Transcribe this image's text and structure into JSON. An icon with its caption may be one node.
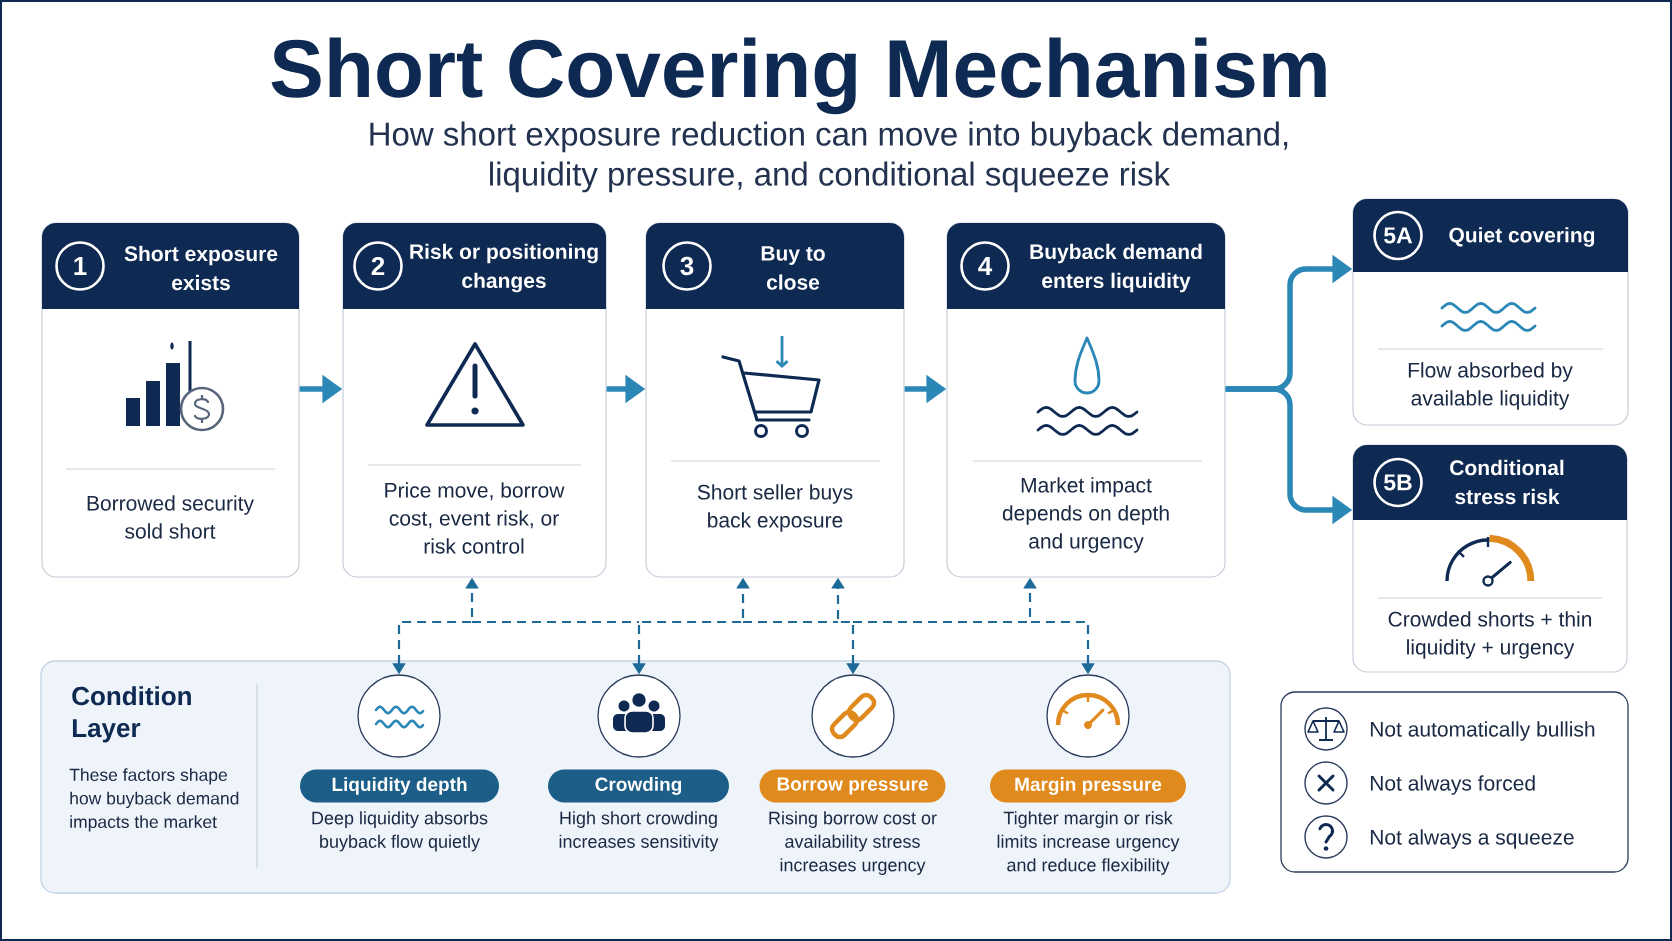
{
  "diagram": {
    "title": "Short Covering Mechanism",
    "nodes": [
      {
        "text": [
          "Short exposure exists",
          "Borrowed security sold short"
        ]
      },
      {
        "text": [
          "1"
        ],
        "in": 0
      },
      {
        "text": [
          "Risk or positioning changes",
          "Price move, borrow cost, event risk, or risk control"
        ]
      },
      {
        "text": [
          "2"
        ],
        "in": 2
      },
      {
        "text": [
          "Buy to close",
          "Short seller buys back exposure"
        ]
      },
      {
        "text": [
          "3"
        ],
        "in": 4
      },
      {
        "text": [
          "Buyback demand enters liquidity",
          "Market impact depends on depth and urgency"
        ]
      },
      {
        "text": [
          "4"
        ],
        "in": 6
      },
      {
        "text": [
          "Quiet covering",
          "Flow absorbed by available liquidity"
        ]
      },
      {
        "text": [
          "5A"
        ],
        "in": 8
      },
      {
        "text": [
          "Conditional stress risk",
          "Crowded shorts + thin liquidity + urgency"
        ]
      },
      {
        "text": [
          "5B"
        ],
        "in": 10
      },
      {
        "text": [
          "Condition Layer",
          "These factors shape how buyback demand impacts the market"
        ]
      },
      {
        "text": [],
        "shape": "circle",
        "in": 12
      },
      {
        "text": [
          "Liquidity depth"
        ],
        "in": 12,
        "beside": [
          "Deep liquidity absorbs buyback flow quietly"
        ]
      },
      {
        "text": [],
        "shape": "circle",
        "in": 12
      },
      {
        "text": [
          "Crowding"
        ],
        "in": 12,
        "beside": [
          "High short crowding increases sensitivity"
        ]
      },
      {
        "text": [],
        "shape": "circle",
        "in": 12
      },
      {
        "text": [
          "Borrow pressure"
        ],
        "in": 12,
        "beside": [
          "Rising borrow cost or availability stress increases urgency"
        ]
      },
      {
        "text": [],
        "shape": "circle",
        "in": 12
      },
      {
        "text": [
          "Margin pressure"
        ],
        "in": 12,
        "beside": [
          "Tighter margin or risk limits increase urgency and reduce flexibility"
        ]
      },
      {
        "text": [
          "Not automatically bullish",
          "Not always forced",
          "Not always a squeeze"
        ]
      }
    ],
    "edges": [
      {
        "from": 0,
        "to": 2,
        "arrow": "to"
      },
      {
        "from": 2,
        "to": 4,
        "arrow": "to"
      },
      {
        "from": 4,
        "to": 6,
        "arrow": "to"
      },
      {
        "from": 6,
        "to": 8,
        "arrow": "to"
      },
      {
        "from": 6,
        "to": 10,
        "arrow": "to"
      },
      {
        "from": 13,
        "to": 2,
        "arrow": "both",
        "style": "dashed",
        "color": "#1d6a99"
      },
      {
        "from": 15,
        "to": 4,
        "arrow": "both",
        "style": "dashed",
        "color": "#1d6a99"
      },
      {
        "from": 17,
        "to": 4,
        "arrow": "both",
        "style": "dashed",
        "color": "#1d6a99"
      },
      {
        "from": 19,
        "to": 6,
        "arrow": "both",
        "style": "dashed",
        "color": "#1d6a99"
      }
    ],
    "labels": [
      "How short exposure reduction can move into buyback demand, liquidity pressure, and conditional squeeze risk"
    ]
  }
}
